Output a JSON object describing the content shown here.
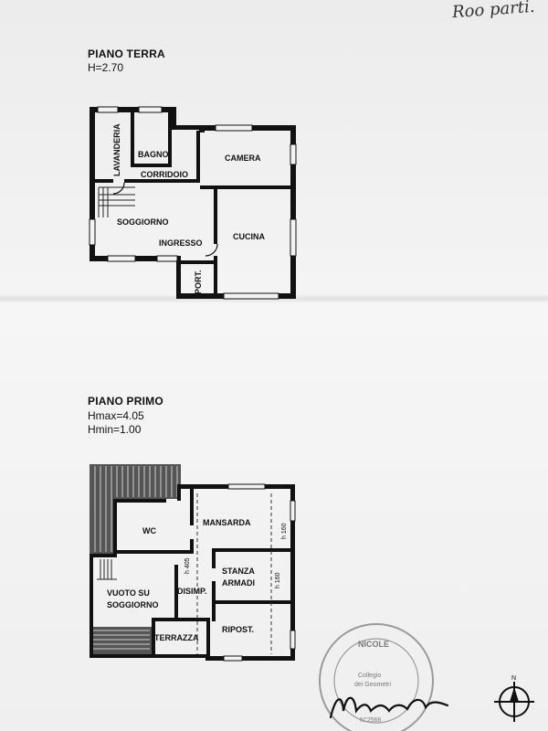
{
  "top_note": "Roo parti.",
  "ground_floor": {
    "title": "PIANO TERRA",
    "height": "H=2.70",
    "rooms": {
      "lavanderia": "LAVANDERIA",
      "bagno": "BAGNO",
      "corridoio": "CORRIDOIO",
      "camera": "CAMERA",
      "soggiorno": "SOGGIORNO",
      "ingresso": "INGRESSO",
      "cucina": "CUCINA",
      "portico": "PORT."
    }
  },
  "first_floor": {
    "title": "PIANO PRIMO",
    "hmax": "Hmax=4.05",
    "hmin": "Hmin=1.00",
    "rooms": {
      "wc": "WC",
      "mansarda": "MANSARDA",
      "vuoto_line1": "VUOTO SU",
      "vuoto_line2": "SOGGIORNO",
      "disimpegno": "DISIMP.",
      "stanza_line1": "STANZA",
      "stanza_line2": "ARMADI",
      "ripostiglio": "RIPOST.",
      "terrazza": "TERRAZZA"
    },
    "heights": {
      "h405": "h 405",
      "h160_a": "h 160",
      "h160_b": "h 160"
    }
  },
  "stamp": {
    "name": "NICOLE",
    "org_line1": "Collegio",
    "org_line2": "dei Geometri",
    "number": "N°2566"
  },
  "north_label": "N"
}
